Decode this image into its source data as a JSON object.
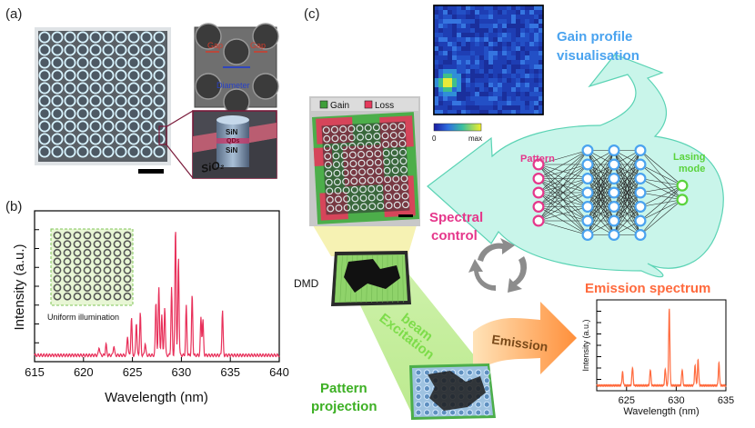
{
  "panels": {
    "a": "(a)",
    "b": "(b)",
    "c": "(c)"
  },
  "panel_a": {
    "inset_labels": {
      "gap_left": "Gap",
      "gap_right": "Gap",
      "diameter": "Diameter"
    },
    "cross_section_labels": {
      "sin_top": "SiN",
      "qds": "QDs",
      "sin_bottom": "SiN",
      "substrate": "SiO₂"
    }
  },
  "panel_b": {
    "ylabel": "Intensity (a.u.)",
    "xlabel": "Wavelength (nm)",
    "inset_caption": "Uniform illumination"
  },
  "panel_c": {
    "gain_profile_title_line1": "Gain profile",
    "gain_profile_title_line2": "visualisation",
    "colorbar_min": "0",
    "colorbar_max": "max",
    "legend_gain": "Gain",
    "legend_loss": "Loss",
    "pattern_label": "Pattern",
    "lasing_label_line1": "Lasing",
    "lasing_label_line2": "mode",
    "spectral_control_line1": "Spectral",
    "spectral_control_line2": "control",
    "dmd_label": "DMD",
    "excitation_line1": "Excitation",
    "excitation_line2": "beam",
    "emission_arrow": "Emission",
    "emission_spectrum_title": "Emission spectrum",
    "pattern_projection_line1": "Pattern",
    "pattern_projection_line2": "projection",
    "inset_ylabel": "Intensity (a.u.)",
    "inset_xlabel": "Wavelength (nm)"
  },
  "colors": {
    "spectrum_red": "#e8305a",
    "emission_orange": "#ff6a3d",
    "gain_blue": "#4aa3ef",
    "pink": "#e5378b",
    "green": "#5ad33c",
    "bubble_fill": "#c9f5ea"
  },
  "chart_data": [
    {
      "type": "line",
      "panel": "b",
      "xlabel": "Wavelength (nm)",
      "ylabel": "Intensity (a.u.)",
      "xlim": [
        615,
        640
      ],
      "ylim": [
        0,
        1
      ],
      "x_ticks": [
        615,
        620,
        625,
        630,
        635,
        640
      ],
      "peaks_x": [
        621.6,
        622.3,
        623.1,
        624.5,
        624.9,
        625.4,
        625.8,
        626.3,
        627.4,
        627.7,
        628.0,
        628.3,
        629.0,
        629.4,
        629.7,
        630.5,
        631.1,
        632.0,
        632.2,
        634.2
      ],
      "peaks_y": [
        0.06,
        0.08,
        0.07,
        0.14,
        0.27,
        0.24,
        0.3,
        0.09,
        0.39,
        0.5,
        0.3,
        0.35,
        0.48,
        0.92,
        0.7,
        0.35,
        0.43,
        0.27,
        0.25,
        0.32
      ]
    },
    {
      "type": "line",
      "panel": "c-inset",
      "xlabel": "Wavelength (nm)",
      "ylabel": "Intensity (a.u.)",
      "xlim": [
        622,
        635
      ],
      "ylim": [
        0,
        1
      ],
      "x_ticks": [
        625,
        630,
        635
      ],
      "peaks_x": [
        624.6,
        625.6,
        627.4,
        628.9,
        629.3,
        630.6,
        631.9,
        632.2,
        634.3
      ],
      "peaks_y": [
        0.17,
        0.23,
        0.2,
        0.21,
        0.95,
        0.2,
        0.25,
        0.32,
        0.28
      ]
    }
  ]
}
